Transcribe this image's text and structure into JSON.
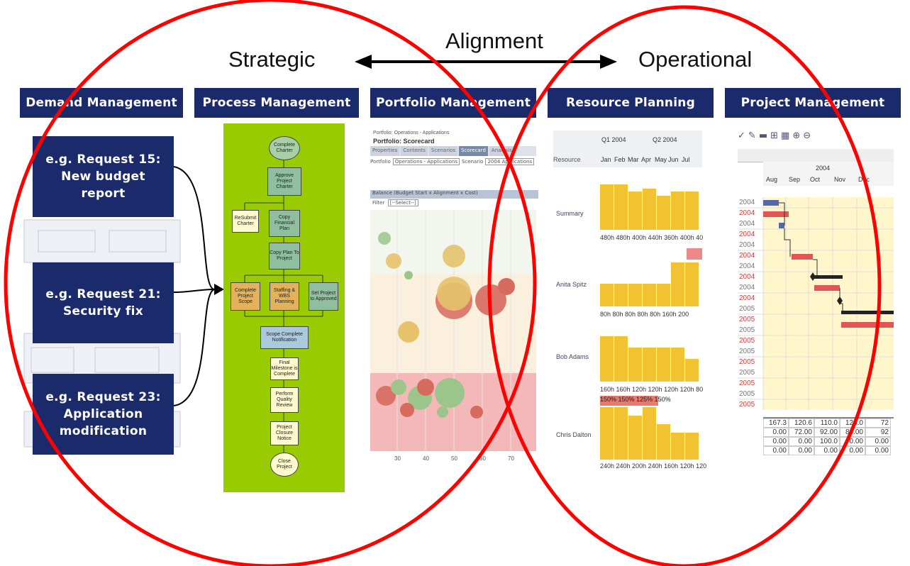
{
  "labels": {
    "strategic": "Strategic",
    "alignment": "Alignment",
    "operational": "Operational"
  },
  "headers": [
    "Demand Management",
    "Process Management",
    "Portfolio Management",
    "Resource Planning",
    "Project Management"
  ],
  "requests": [
    "e.g. Request 15:\nNew budget\nreport",
    "e.g. Request 21:\nSecurity fix",
    "e.g. Request 23:\nApplication\nmodification"
  ],
  "process_flow": {
    "complete_charter": "Complete Charter",
    "approve_charter": "Approve Project Charter",
    "resubmit_charter": "ReSubmit Charter",
    "copy_financial": "Copy Financial Plan",
    "copy_plan": "Copy Plan To Project",
    "complete_scope": "Complete Project Scope",
    "staffing": "Staffing & WBS Planning",
    "set_approved": "Set Project to Approved",
    "scope_notification": "Scope Complete Notification",
    "final_milestone": "Final Milestone is Complete",
    "perform_review": "Perform Quality Review",
    "project_closure": "Project Closure Notice",
    "close_project": "Close Project"
  },
  "portfolio": {
    "window_title": "Portfolio: Operations - Applications",
    "title": "Portfolio: Scorecard",
    "tabs": [
      "Properties",
      "Contents",
      "Scenarios",
      "Scorecard",
      "Analysis"
    ],
    "portfolio_label": "Portfolio",
    "portfolio_value": "Operations - Applications",
    "scenario_label": "Scenario",
    "scenario_value": "2004 Applications",
    "chart_title": "Balance (Budget Start x Alignment x Cost)",
    "filter_label": "Filter",
    "filter_value": "[--Select--]",
    "axis_ticks": [
      "30",
      "40",
      "50",
      "60",
      "70"
    ]
  },
  "resource_planning": {
    "quarters": [
      "Q1 2004",
      "Q2 2004"
    ],
    "months": [
      "Jan",
      "Feb",
      "Mar",
      "Apr",
      "May",
      "Jun",
      "Jul"
    ],
    "resource_header": "Resource",
    "rows": [
      {
        "name": "Summary",
        "values": "480h 480h 400h 440h 360h 400h 40",
        "highlight": ""
      },
      {
        "name": "Anita Spitz",
        "values": "80h  80h  80h  80h  80h 160h 200",
        "highlight": ""
      },
      {
        "name": "Bob Adams",
        "values": "160h 160h 120h 120h 120h 120h 80",
        "highlight": "150% 150% 125% 150%"
      },
      {
        "name": "Chris Dalton",
        "values": "240h 240h 200h 240h 160h 120h 120",
        "highlight": ""
      }
    ]
  },
  "project_management": {
    "year": "2004",
    "months": [
      "Aug",
      "Sep",
      "Oct",
      "Nov",
      "Dec"
    ],
    "row_years": [
      "2004",
      "2004",
      "2004",
      "2004",
      "2004",
      "2004",
      "2004",
      "2004",
      "2004",
      "2004",
      "2005",
      "2005",
      "2005",
      "2005",
      "2005",
      "2005",
      "2005",
      "2005",
      "2005",
      "2005"
    ],
    "table": [
      [
        "167.3",
        "120.6",
        "110.0",
        "128.0",
        "72"
      ],
      [
        "0.00",
        "72.00",
        "92.00",
        "80.00",
        "92"
      ],
      [
        "0.00",
        "0.00",
        "100.0",
        "0.00",
        "0.00"
      ],
      [
        "0.00",
        "0.00",
        "0.00",
        "0.00",
        "0.00"
      ]
    ]
  },
  "colors": {
    "header_bg": "#1b2a6b",
    "ellipse": "#ff0000",
    "process_bg": "#99cc00",
    "bar_yellow": "#f1c232"
  }
}
